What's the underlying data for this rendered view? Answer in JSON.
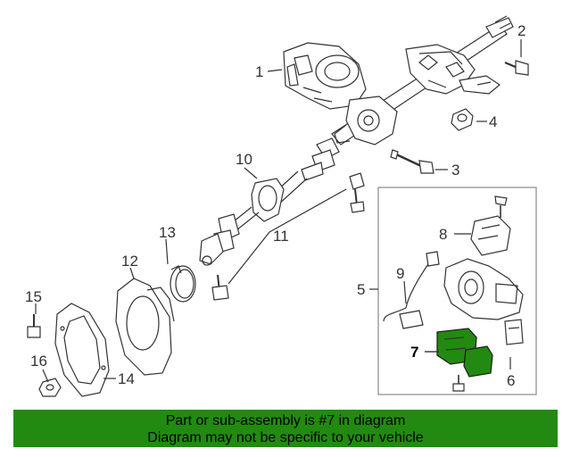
{
  "diagram": {
    "callouts": {
      "c1": "1",
      "c2": "2",
      "c3": "3",
      "c4": "4",
      "c5": "5",
      "c6": "6",
      "c7": "7",
      "c8": "8",
      "c9": "9",
      "c10": "10",
      "c11": "11",
      "c12": "12",
      "c13": "13",
      "c14": "14",
      "c15": "15",
      "c16": "16"
    },
    "highlight_part": "7",
    "highlight_color": "#228a10"
  },
  "banner": {
    "line1": "Part or sub-assembly is #7 in diagram",
    "line2": "Diagram may not be specific to your vehicle",
    "background": "#228a10"
  }
}
